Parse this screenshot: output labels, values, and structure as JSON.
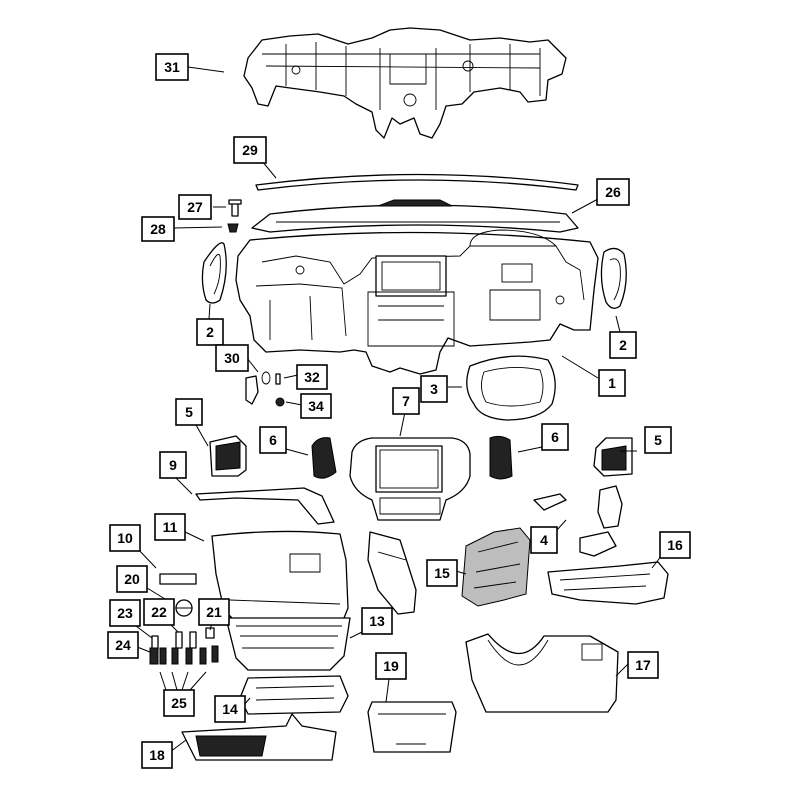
{
  "callouts": [
    {
      "id": "c31",
      "label": "31"
    },
    {
      "id": "c29",
      "label": "29"
    },
    {
      "id": "c26",
      "label": "26"
    },
    {
      "id": "c27",
      "label": "27"
    },
    {
      "id": "c28",
      "label": "28"
    },
    {
      "id": "c2l",
      "label": "2"
    },
    {
      "id": "c2r",
      "label": "2"
    },
    {
      "id": "c30",
      "label": "30"
    },
    {
      "id": "c1",
      "label": "1"
    },
    {
      "id": "c3",
      "label": "3"
    },
    {
      "id": "c32",
      "label": "32"
    },
    {
      "id": "c34",
      "label": "34"
    },
    {
      "id": "c5l",
      "label": "5"
    },
    {
      "id": "c7",
      "label": "7"
    },
    {
      "id": "c6l",
      "label": "6"
    },
    {
      "id": "c6r",
      "label": "6"
    },
    {
      "id": "c5r",
      "label": "5"
    },
    {
      "id": "c9",
      "label": "9"
    },
    {
      "id": "c11",
      "label": "11"
    },
    {
      "id": "c4",
      "label": "4"
    },
    {
      "id": "c10",
      "label": "10"
    },
    {
      "id": "c16",
      "label": "16"
    },
    {
      "id": "c15",
      "label": "15"
    },
    {
      "id": "c20",
      "label": "20"
    },
    {
      "id": "c23",
      "label": "23"
    },
    {
      "id": "c22",
      "label": "22"
    },
    {
      "id": "c21",
      "label": "21"
    },
    {
      "id": "c13",
      "label": "13"
    },
    {
      "id": "c24",
      "label": "24"
    },
    {
      "id": "c19",
      "label": "19"
    },
    {
      "id": "c17",
      "label": "17"
    },
    {
      "id": "c25",
      "label": "25"
    },
    {
      "id": "c14",
      "label": "14"
    },
    {
      "id": "c18",
      "label": "18"
    }
  ]
}
